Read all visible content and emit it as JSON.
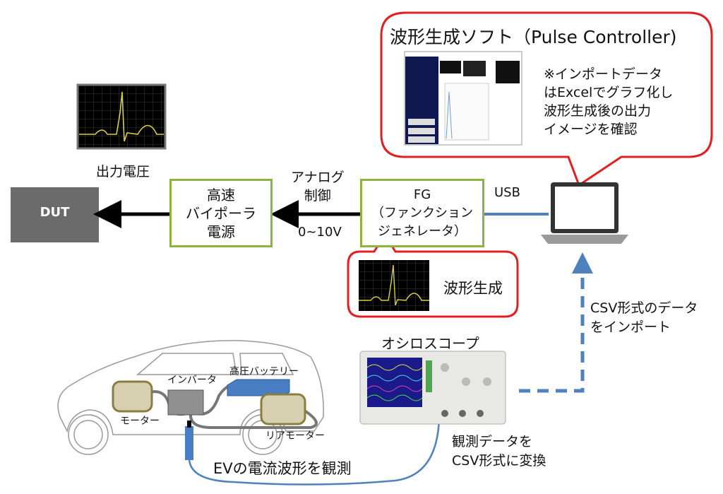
{
  "software_callout": {
    "title": "波形生成ソフト（Pulse Controller)",
    "note_lines": [
      "※インポートデータ",
      "はExcelでグラフ化し",
      "波形生成後の出力",
      "イメージを確認"
    ]
  },
  "output_voltage_label": "出力電圧",
  "dut_label": "DUT",
  "power_supply": {
    "lines": [
      "高速",
      "バイポーラ",
      "電源"
    ]
  },
  "analog_control": {
    "lines": [
      "アナログ",
      "制御"
    ],
    "range": "0~10V"
  },
  "fg": {
    "lines": [
      "FG",
      "（ファンクション",
      "ジェネレータ）"
    ]
  },
  "usb_label": "USB",
  "waveform_generation_label": "波形生成",
  "csv_import": {
    "lines": [
      "CSV形式のデータ",
      "をインポート"
    ]
  },
  "oscilloscope_label": "オシロスコープ",
  "car": {
    "inverter": "インバータ",
    "battery": "高圧バッテリー",
    "motor": "モーター",
    "rear_motor": "リアモーター"
  },
  "observe_label": "EVの電流波形を観測",
  "convert": {
    "lines": [
      "観測データを",
      "CSV形式に変換"
    ]
  },
  "colors": {
    "red": "#e02020",
    "green": "#8db33c",
    "blue": "#4f81bd",
    "dut_gray": "#6b6b6b",
    "wave_yellow": "#d8d040"
  }
}
